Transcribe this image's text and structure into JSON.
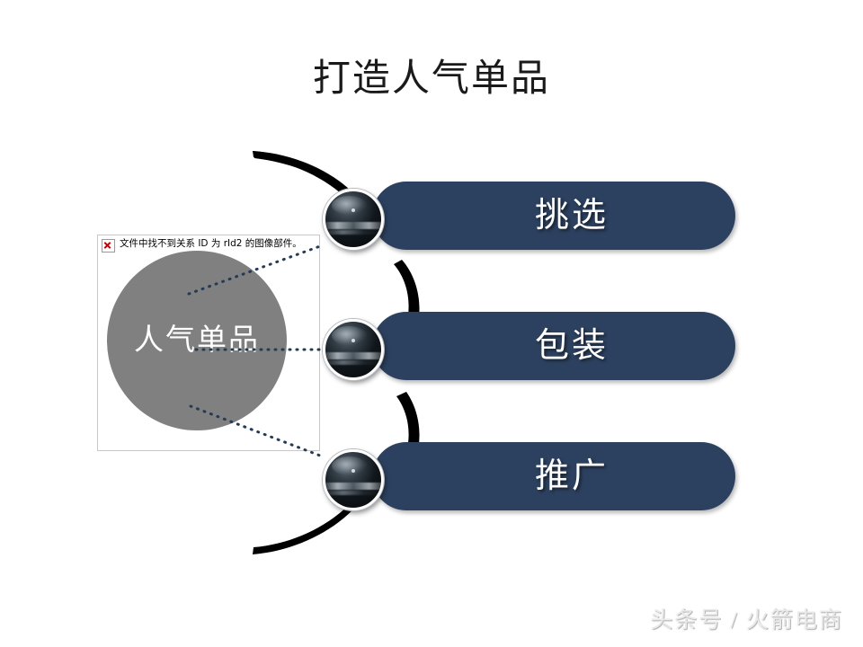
{
  "slide": {
    "title": "打造人气单品",
    "background_color": "#ffffff"
  },
  "hub": {
    "label": "人气单品",
    "circle_color": "#808080",
    "text_color": "#ffffff"
  },
  "broken_image": {
    "message": "文件中找不到关系 ID 为 rId2 的图像部件。",
    "icon": "red-x-icon",
    "border_color": "#c8c8c8"
  },
  "items": [
    {
      "label": "挑选",
      "bar_color": "#2c415f",
      "badge": "globe-photo-icon"
    },
    {
      "label": "包装",
      "bar_color": "#2c415f",
      "badge": "globe-photo-icon"
    },
    {
      "label": "推广",
      "bar_color": "#2c415f",
      "badge": "globe-photo-icon"
    }
  ],
  "decor": {
    "arc_color": "#000000",
    "connector_color": "#243a57",
    "connector_style": "dotted"
  },
  "footer": {
    "watermark": "头条号 / 火箭电商"
  }
}
